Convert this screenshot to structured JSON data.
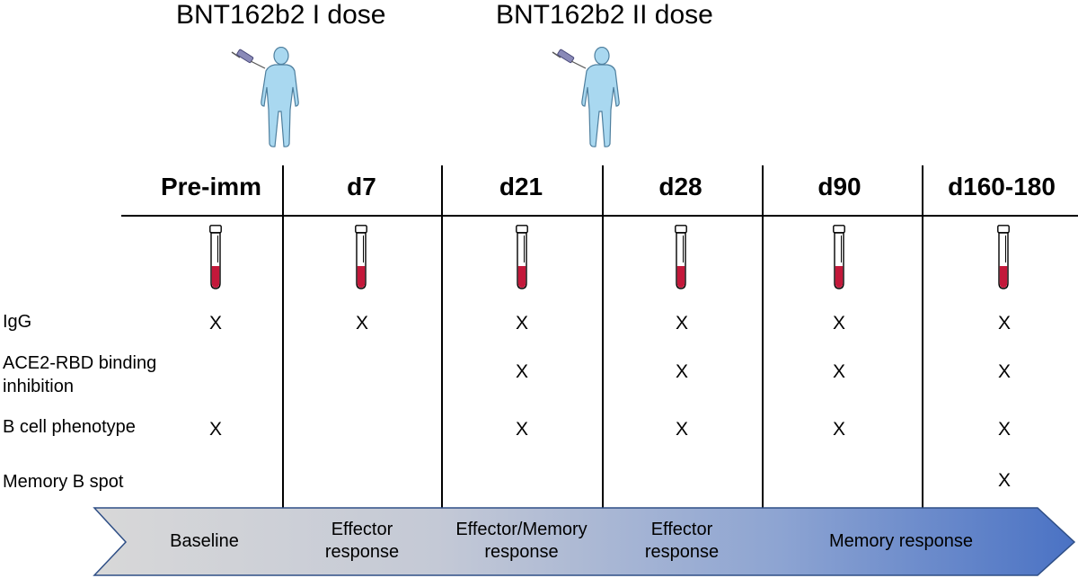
{
  "header": {
    "dose1_title": "BNT162b2 I dose",
    "dose2_title": "BNT162b2 II dose"
  },
  "icons": [
    "syringe-icon",
    "person-icon",
    "blood-tube-icon"
  ],
  "columns": [
    "Pre-imm",
    "d7",
    "d21",
    "d28",
    "d90",
    "d160-180"
  ],
  "rows": [
    {
      "label": "IgG",
      "marks": [
        "X",
        "X",
        "X",
        "X",
        "X",
        "X"
      ]
    },
    {
      "label": "ACE2-RBD binding inhibition",
      "line1": "ACE2-RBD binding",
      "line2": "inhibition",
      "marks": [
        "",
        "",
        "X",
        "X",
        "X",
        "X"
      ]
    },
    {
      "label": "B cell phenotype",
      "marks": [
        "X",
        "",
        "X",
        "X",
        "X",
        "X"
      ]
    },
    {
      "label": "Memory B spot",
      "marks": [
        "",
        "",
        "",
        "",
        "",
        "X"
      ]
    }
  ],
  "phases": [
    {
      "line1": "Baseline",
      "line2": ""
    },
    {
      "line1": "Effector",
      "line2": "response"
    },
    {
      "line1": "Effector/Memory",
      "line2": "response"
    },
    {
      "line1": "Effector",
      "line2": "response"
    },
    {
      "line1": "Memory response",
      "line2": ""
    }
  ],
  "colors": {
    "body_fill": "#a9d8f0",
    "body_stroke": "#4e7f9e",
    "blood": "#c3183a",
    "banner_start": "#d8d8d8",
    "banner_end": "#4a72c4",
    "banner_stroke": "#2f4f86",
    "syringe": "#8a8ab8"
  }
}
